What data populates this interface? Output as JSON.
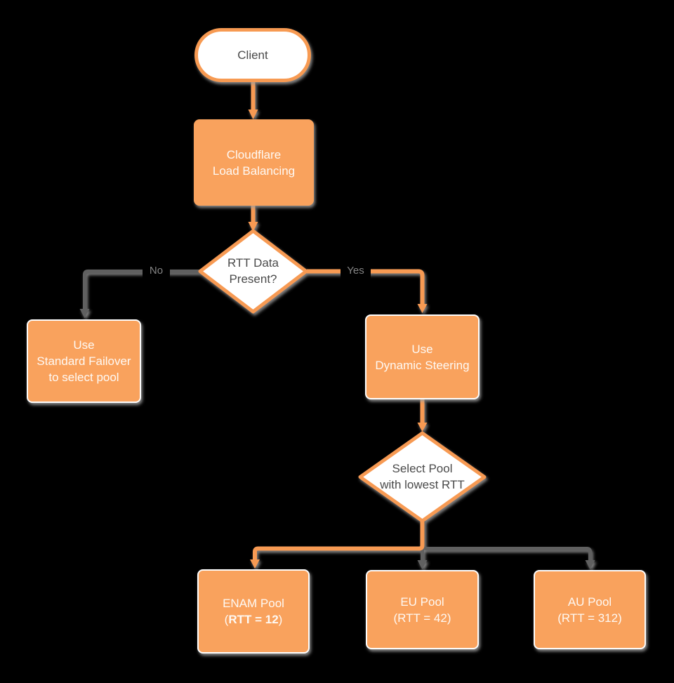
{
  "colors": {
    "background": "#000000",
    "orange_fill": "#F9A25D",
    "orange_stroke": "#F79A52",
    "white_fill": "#FFFFFF",
    "white_stroke": "#FDFDFD",
    "gray_line": "#616161",
    "dark_text": "#4A4A4A",
    "white_text": "#FEF9F4",
    "edge_label_text": "#848484",
    "shadow": "#9E9E9E"
  },
  "nodes": {
    "client": {
      "label": "Client"
    },
    "cloudflare": {
      "line1": "Cloudflare",
      "line2": "Load Balancing"
    },
    "rtt_decision": {
      "line1": "RTT Data",
      "line2": "Present?"
    },
    "standard_failover": {
      "line1": "Use",
      "line2": "Standard Failover",
      "line3": "to select pool"
    },
    "dynamic_steering": {
      "line1": "Use",
      "line2": "Dynamic Steering"
    },
    "select_pool": {
      "line1": "Select Pool",
      "line2": "with lowest RTT"
    },
    "enam_pool": {
      "line1": "ENAM Pool",
      "line2_prefix": "(",
      "line2_bold": "RTT = 12",
      "line2_suffix": ")"
    },
    "eu_pool": {
      "line1": "EU Pool",
      "line2": "(RTT = 42)"
    },
    "au_pool": {
      "line1": "AU Pool",
      "line2": "(RTT = 312)"
    }
  },
  "edge_labels": {
    "no": "No",
    "yes": "Yes"
  }
}
